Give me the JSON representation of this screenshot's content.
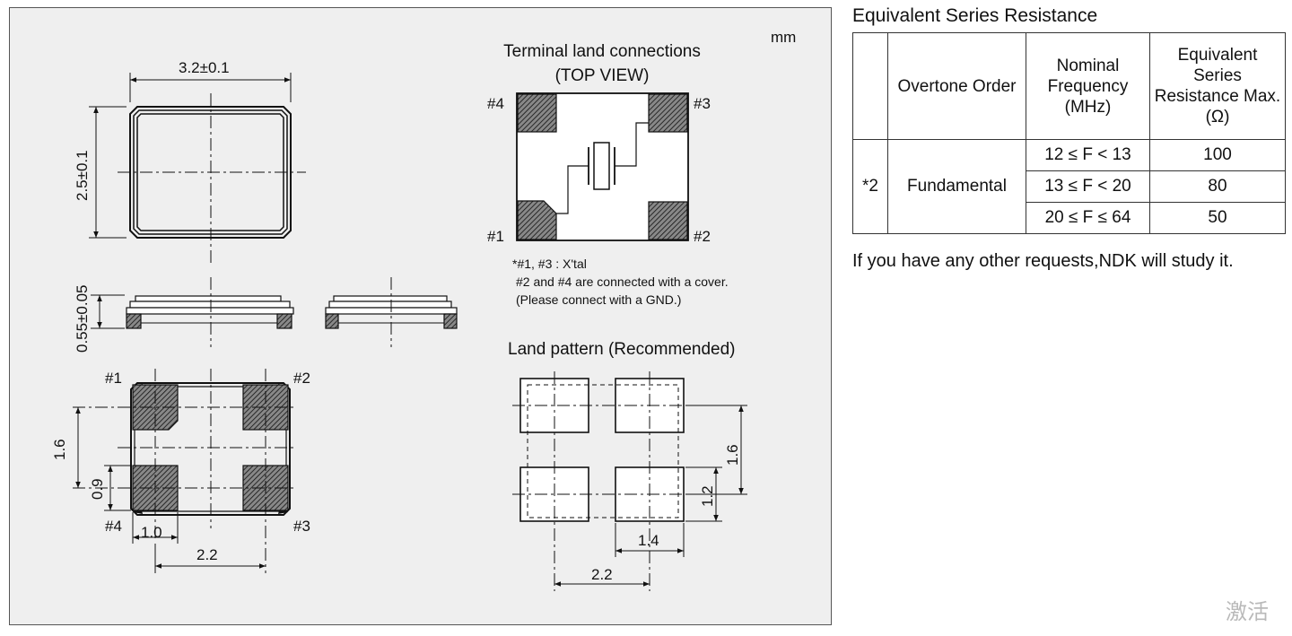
{
  "drawing": {
    "unit_label": "mm",
    "outline_dims": {
      "width": "3.2±0.1",
      "height": "2.5±0.1",
      "thickness": "0.55±0.05"
    },
    "bottom_view": {
      "pins": [
        "#1",
        "#2",
        "#3",
        "#4"
      ],
      "dims": {
        "pitch_v": "1.6",
        "pad_h": "0.9",
        "pad_w": "1.0",
        "pitch_h": "2.2"
      }
    },
    "terminal": {
      "title_line1": "Terminal land connections",
      "title_line2": "(TOP VIEW)",
      "pins": [
        "#4",
        "#3",
        "#1",
        "#2"
      ],
      "notes": [
        "*#1, #3 : X'tal",
        "#2 and #4 are connected with a cover.",
        "(Please connect with a GND.)"
      ]
    },
    "land_pattern": {
      "title": "Land pattern (Recommended)",
      "dims": {
        "pitch_v": "1.6",
        "pad_h": "1.2",
        "pad_w": "1.4",
        "pitch_h": "2.2"
      }
    }
  },
  "esr": {
    "title": "Equivalent Series Resistance",
    "headers": {
      "order": "Overtone Order",
      "freq": "Nominal Frequency (MHz)",
      "esr": "Equivalent Series Resistance Max. (Ω)"
    },
    "mark": "*2",
    "order": "Fundamental",
    "rows": [
      {
        "freq": "12 ≤ F < 13",
        "esr": "100"
      },
      {
        "freq": "13 ≤ F < 20",
        "esr": "80"
      },
      {
        "freq": "20 ≤ F ≤ 64",
        "esr": "50"
      }
    ],
    "footnote": "If you have any other requests,NDK will study it."
  },
  "watermark": "激活"
}
